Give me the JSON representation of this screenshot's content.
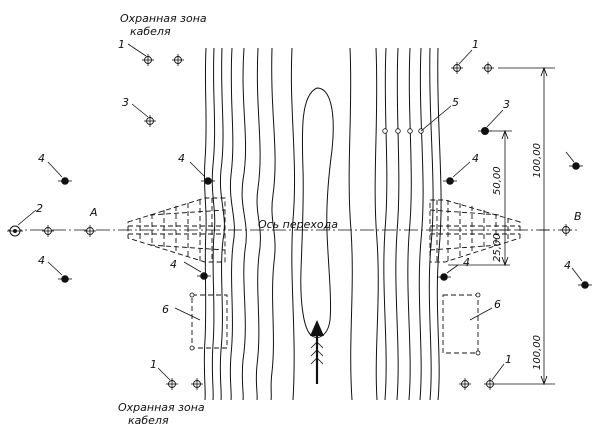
{
  "zone_label_top": [
    "Охранная зона",
    "кабеля"
  ],
  "zone_label_bottom": [
    "Охранная зона",
    "кабеля"
  ],
  "axis_label": "Ось перехода",
  "point_a": "A",
  "point_b": "B",
  "markers": {
    "m1": "1",
    "m2": "2",
    "m3": "3",
    "m4": "4",
    "m5": "5",
    "m6": "6"
  },
  "dimensions": {
    "d100_top": "100,00",
    "d100_bottom": "100,00",
    "d50": "50,00",
    "d25": "25,00"
  },
  "flow_direction": "down-to-up arrow",
  "colors": {
    "ink": "#111111",
    "background": "#ffffff"
  }
}
